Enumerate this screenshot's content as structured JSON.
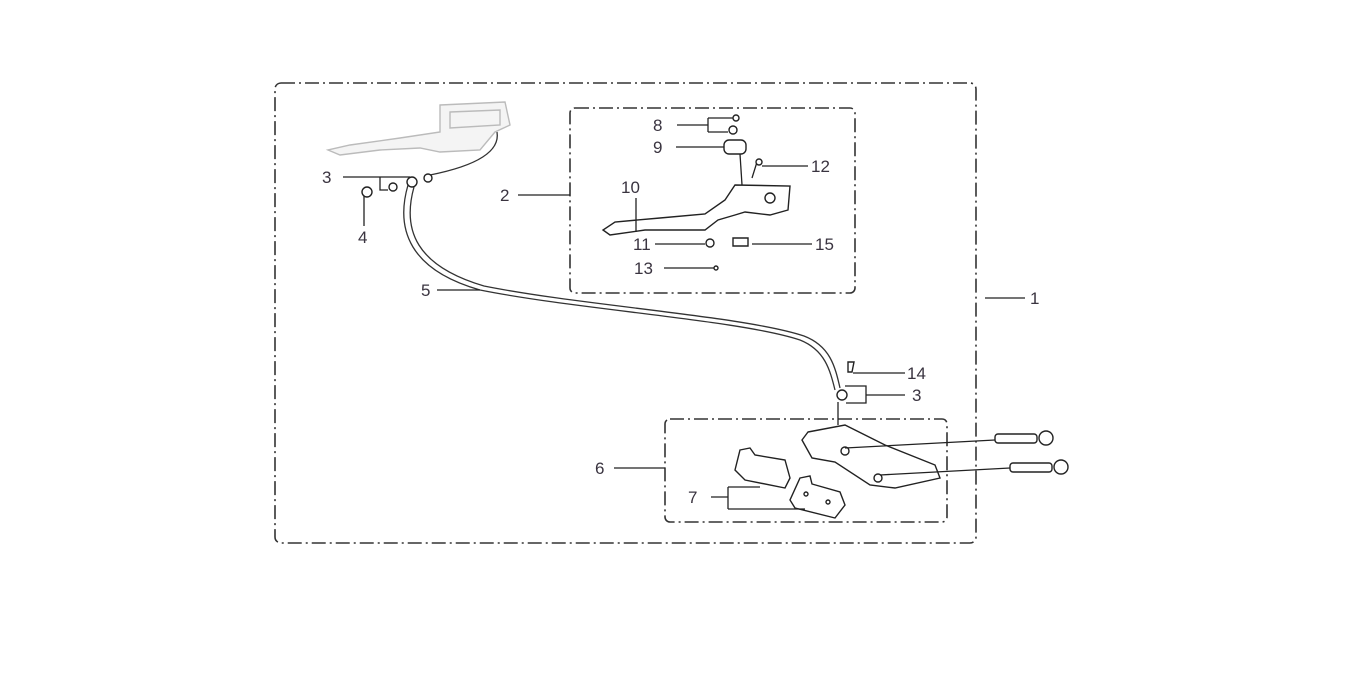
{
  "diagram": {
    "title": "Front brake assembly exploded parts diagram",
    "callouts": {
      "c1": "1",
      "c2": "2",
      "c3a": "3",
      "c3b": "3",
      "c4": "4",
      "c5": "5",
      "c6": "6",
      "c7": "7",
      "c8": "8",
      "c9": "9",
      "c10": "10",
      "c11": "11",
      "c12": "12",
      "c13": "13",
      "c14": "14",
      "c15": "15"
    }
  }
}
